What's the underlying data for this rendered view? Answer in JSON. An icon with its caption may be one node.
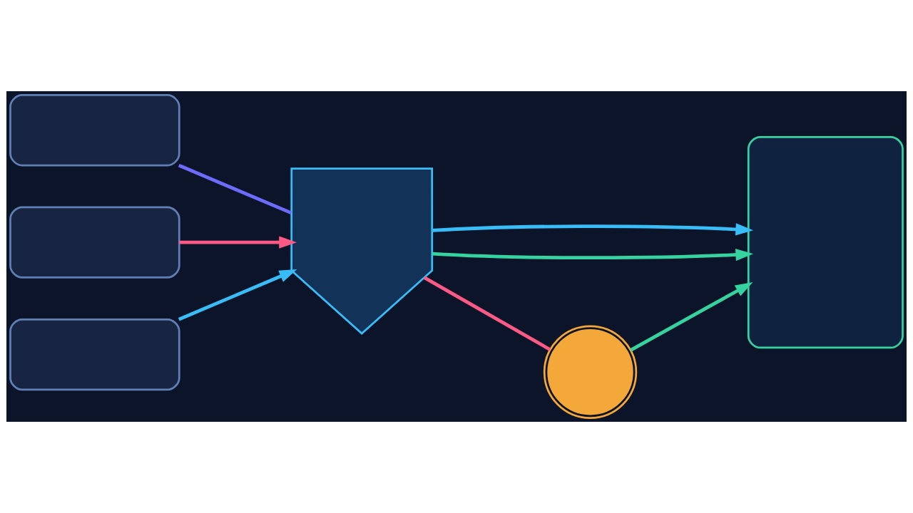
{
  "diagram": {
    "nodes": [
      {
        "text": [],
        "shape": "box"
      },
      {
        "text": [],
        "shape": "box"
      },
      {
        "text": [],
        "shape": "box"
      },
      {
        "text": [],
        "shape": "shield"
      },
      {
        "text": [],
        "shape": "box"
      },
      {
        "text": [],
        "shape": "circle"
      }
    ],
    "edges": [
      {
        "from": 0,
        "to": 3,
        "arrow": "none",
        "color": "#6c6cff"
      },
      {
        "from": 1,
        "to": 3,
        "arrow": "to",
        "color": "#ff5a85"
      },
      {
        "from": 2,
        "to": 3,
        "arrow": "to",
        "color": "#38bdf8"
      },
      {
        "from": 3,
        "to": 4,
        "arrow": "to",
        "color": "#34d3a0"
      },
      {
        "from": 3,
        "to": 4,
        "arrow": "to",
        "color": "#38bdf8"
      },
      {
        "from": 3,
        "to": 5,
        "arrow": "none",
        "color": "#ff5a85"
      },
      {
        "from": 5,
        "to": 4,
        "arrow": "to",
        "color": "#34d3a0"
      }
    ]
  }
}
